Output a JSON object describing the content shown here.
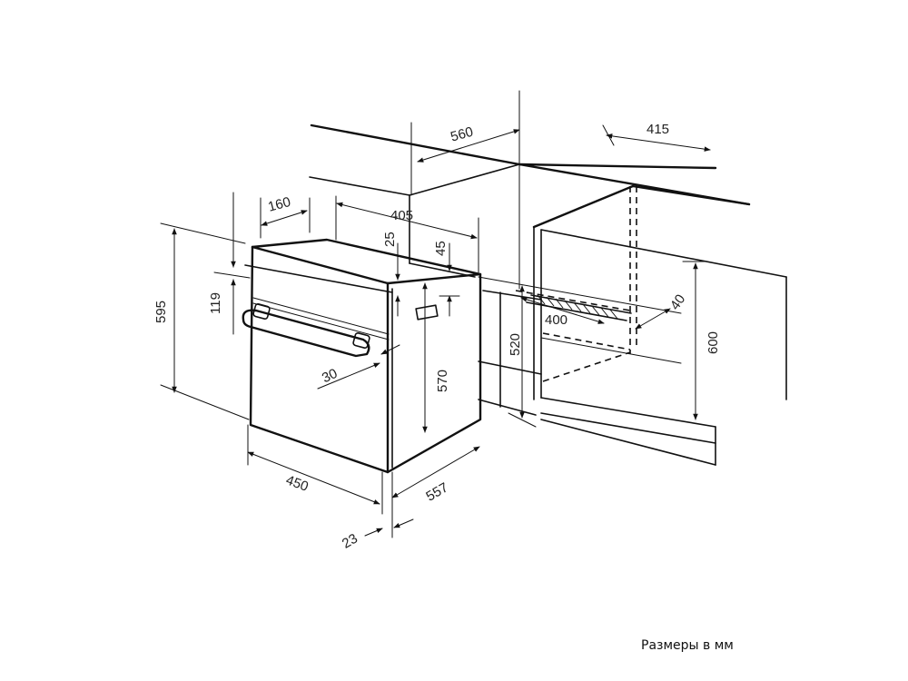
{
  "caption": "Размеры в мм",
  "dimensions": {
    "cabinet_depth": "560",
    "cabinet_side_depth": "415",
    "niche_inner_width": "405",
    "handle_offset": "160",
    "top_offset_25": "25",
    "top_offset_45": "45",
    "oven_height": "595",
    "control_panel_height": "119",
    "handle_depth": "30",
    "body_height": "570",
    "niche_height": "520",
    "niche_depth": "400",
    "vent_gap": "40",
    "niche_min_height": "600",
    "oven_width": "450",
    "oven_depth": "557",
    "door_thickness": "23"
  },
  "colors": {
    "line": "#111111",
    "text": "#222222",
    "background": "#ffffff"
  }
}
